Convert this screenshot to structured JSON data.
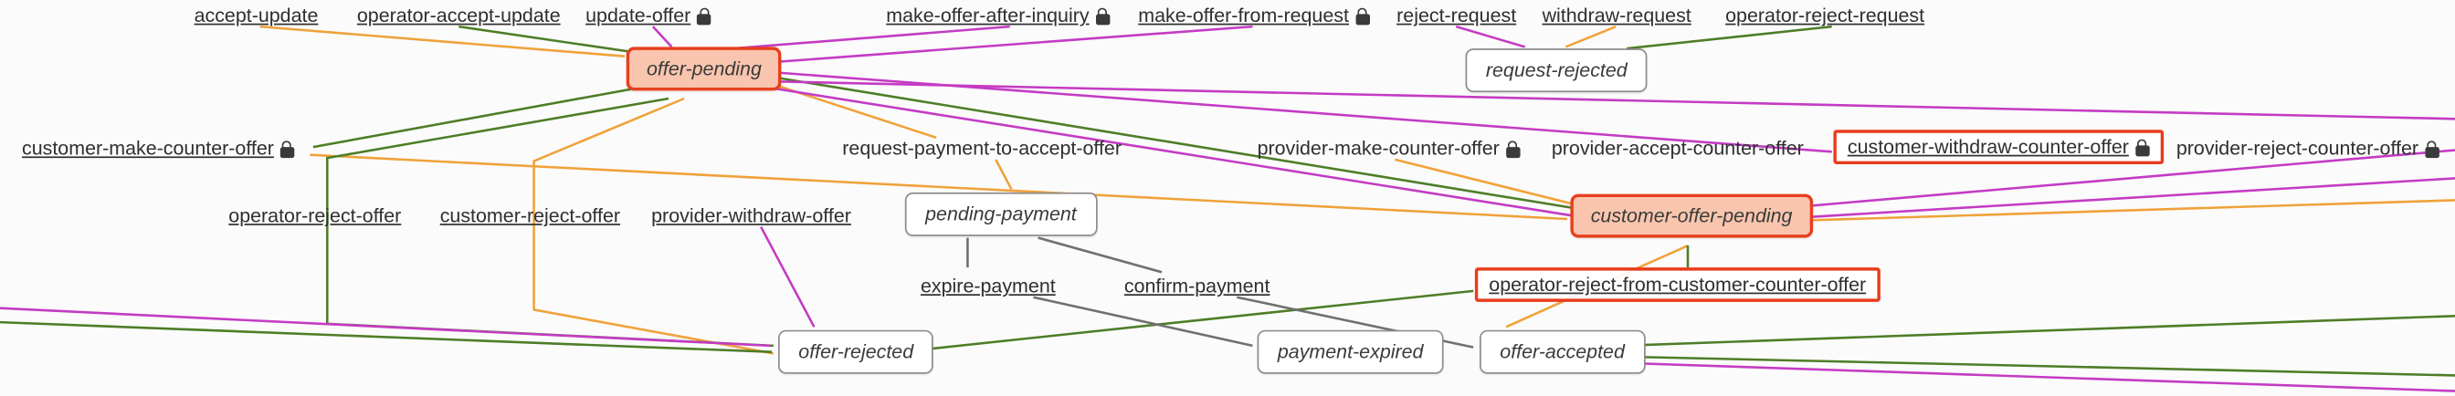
{
  "diagram": {
    "states": [
      {
        "label": "offer-pending",
        "highlighted": true
      },
      {
        "label": "request-rejected",
        "highlighted": false
      },
      {
        "label": "pending-payment",
        "highlighted": false
      },
      {
        "label": "customer-offer-pending",
        "highlighted": true
      },
      {
        "label": "offer-rejected",
        "highlighted": false
      },
      {
        "label": "payment-expired",
        "highlighted": false
      },
      {
        "label": "offer-accepted",
        "highlighted": false
      }
    ],
    "transitions": [
      {
        "label": "accept-update",
        "locked": false,
        "selected": false,
        "underlined": true
      },
      {
        "label": "operator-accept-update",
        "locked": false,
        "selected": false,
        "underlined": true
      },
      {
        "label": "update-offer",
        "locked": true,
        "selected": false,
        "underlined": true
      },
      {
        "label": "make-offer-after-inquiry",
        "locked": true,
        "selected": false,
        "underlined": true
      },
      {
        "label": "make-offer-from-request",
        "locked": true,
        "selected": false,
        "underlined": true
      },
      {
        "label": "reject-request",
        "locked": false,
        "selected": false,
        "underlined": true
      },
      {
        "label": "withdraw-request",
        "locked": false,
        "selected": false,
        "underlined": true
      },
      {
        "label": "operator-reject-request",
        "locked": false,
        "selected": false,
        "underlined": true
      },
      {
        "label": "customer-make-counter-offer",
        "locked": true,
        "selected": false,
        "underlined": true
      },
      {
        "label": "request-payment-to-accept-offer",
        "locked": false,
        "selected": false,
        "underlined": false
      },
      {
        "label": "provider-make-counter-offer",
        "locked": true,
        "selected": false,
        "underlined": false
      },
      {
        "label": "provider-accept-counter-offer",
        "locked": false,
        "selected": false,
        "underlined": false
      },
      {
        "label": "customer-withdraw-counter-offer",
        "locked": true,
        "selected": true,
        "underlined": true
      },
      {
        "label": "provider-reject-counter-offer",
        "locked": true,
        "selected": false,
        "underlined": false
      },
      {
        "label": "operator-reject-offer",
        "locked": false,
        "selected": false,
        "underlined": true
      },
      {
        "label": "customer-reject-offer",
        "locked": false,
        "selected": false,
        "underlined": true
      },
      {
        "label": "provider-withdraw-offer",
        "locked": false,
        "selected": false,
        "underlined": true
      },
      {
        "label": "expire-payment",
        "locked": false,
        "selected": false,
        "underlined": true
      },
      {
        "label": "confirm-payment",
        "locked": false,
        "selected": false,
        "underlined": true
      },
      {
        "label": "operator-reject-from-customer-counter-offer",
        "locked": false,
        "selected": true,
        "underlined": true
      }
    ],
    "colors": {
      "highlight_state_bg": "#f9c5ae",
      "highlight_state_border": "#e8401e",
      "selected_transition_border": "#e83c1c",
      "edge_orange": "#f0a23a",
      "edge_green": "#4e7d27",
      "edge_magenta": "#c43bc4",
      "edge_gray": "#707070",
      "background": "#fbfbfb"
    }
  }
}
